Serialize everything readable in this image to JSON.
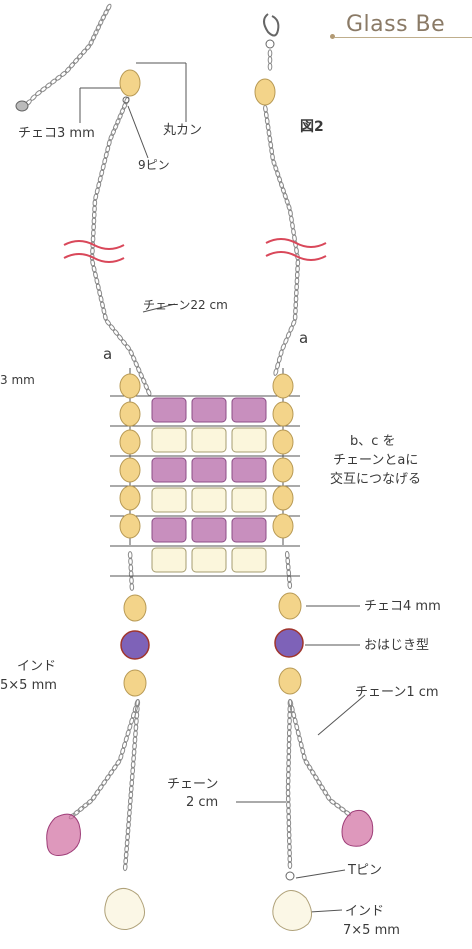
{
  "title": "Glass Be",
  "figure_label": "図2",
  "labels": {
    "czech3": "チェコ3 mm",
    "marukan": "丸カン",
    "nine_pin": "9ピン",
    "chain22": "チェーン22 cm",
    "a_left": "a",
    "a_right": "a",
    "left_cut_top": "3 mm",
    "bc_line1": "b、c を",
    "bc_line2": "チェーンとaに",
    "bc_line3": "交互につなげる",
    "czech4": "チェコ4 mm",
    "ohajiki": "おはじき型",
    "india_left_1": "インド",
    "india_left_2": "5×5 mm",
    "chain1": "チェーン1 cm",
    "chain2_1": "チェーン",
    "chain2_2": "2 cm",
    "t_pin": "Tピン",
    "india_bottom_1": "インド",
    "india_bottom_2": "7×5 mm"
  },
  "colors": {
    "yellow_bead": "#f3d48a",
    "pink_bead": "#b56aa8",
    "purple_bead": "#7e62b8",
    "cream_bead": "#fbf6dc",
    "chain": "#8a8a8a",
    "wave": "#d9485a",
    "drop_pink": "#d06ca0",
    "drop_white": "#fbf7e6"
  }
}
